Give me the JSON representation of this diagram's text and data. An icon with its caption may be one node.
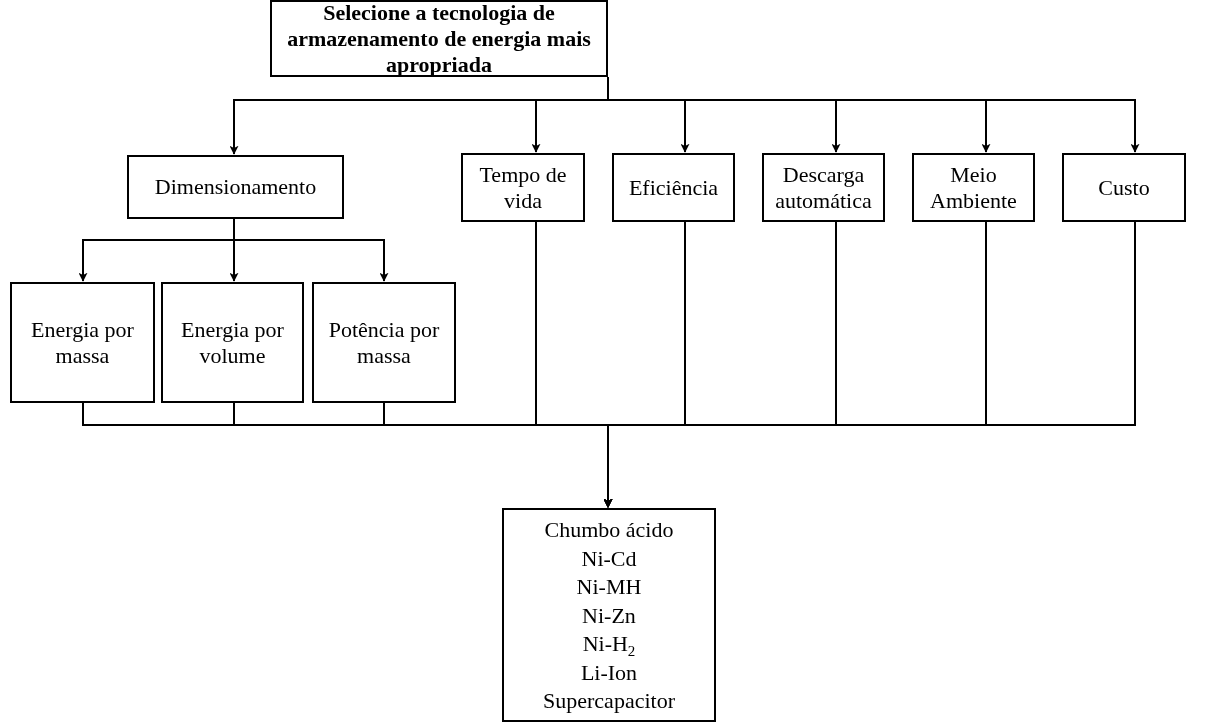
{
  "diagram": {
    "nodes": [
      {
        "text": [
          "Selecione a tecnologia de armazenamento de energia mais apropriada"
        ]
      },
      {
        "text": [
          "Dimensionamento"
        ]
      },
      {
        "text": [
          "Tempo de vida"
        ]
      },
      {
        "text": [
          "Eficiência"
        ]
      },
      {
        "text": [
          "Descarga automática"
        ]
      },
      {
        "text": [
          "Meio Ambiente"
        ]
      },
      {
        "text": [
          "Custo"
        ]
      },
      {
        "text": [
          "Energia por massa"
        ]
      },
      {
        "text": [
          "Energia por volume"
        ]
      },
      {
        "text": [
          "Potência por massa"
        ]
      },
      {
        "text": [
          "Chumbo ácido",
          "Ni-Cd",
          "Ni-MH",
          "Ni-Zn",
          "Ni-H$_{2}$",
          "Li-Ion",
          "Supercapacitor"
        ]
      }
    ],
    "edges": [
      {
        "from": 0,
        "to": 1,
        "arrow": "to"
      },
      {
        "from": 0,
        "to": 2,
        "arrow": "to"
      },
      {
        "from": 0,
        "to": 3,
        "arrow": "to"
      },
      {
        "from": 0,
        "to": 4,
        "arrow": "to"
      },
      {
        "from": 0,
        "to": 5,
        "arrow": "to"
      },
      {
        "from": 0,
        "to": 6,
        "arrow": "to"
      },
      {
        "from": 1,
        "to": 7,
        "arrow": "to"
      },
      {
        "from": 1,
        "to": 8,
        "arrow": "to"
      },
      {
        "from": 1,
        "to": 9,
        "arrow": "to"
      },
      {
        "from": 7,
        "to": 10,
        "arrow": "to"
      },
      {
        "from": 8,
        "to": 10,
        "arrow": "to"
      },
      {
        "from": 9,
        "to": 10,
        "arrow": "to"
      },
      {
        "from": 2,
        "to": 10,
        "arrow": "to"
      },
      {
        "from": 3,
        "to": 10,
        "arrow": "to"
      },
      {
        "from": 4,
        "to": 10,
        "arrow": "to"
      },
      {
        "from": 5,
        "to": 10,
        "arrow": "to"
      },
      {
        "from": 6,
        "to": 10,
        "arrow": "to"
      }
    ]
  }
}
